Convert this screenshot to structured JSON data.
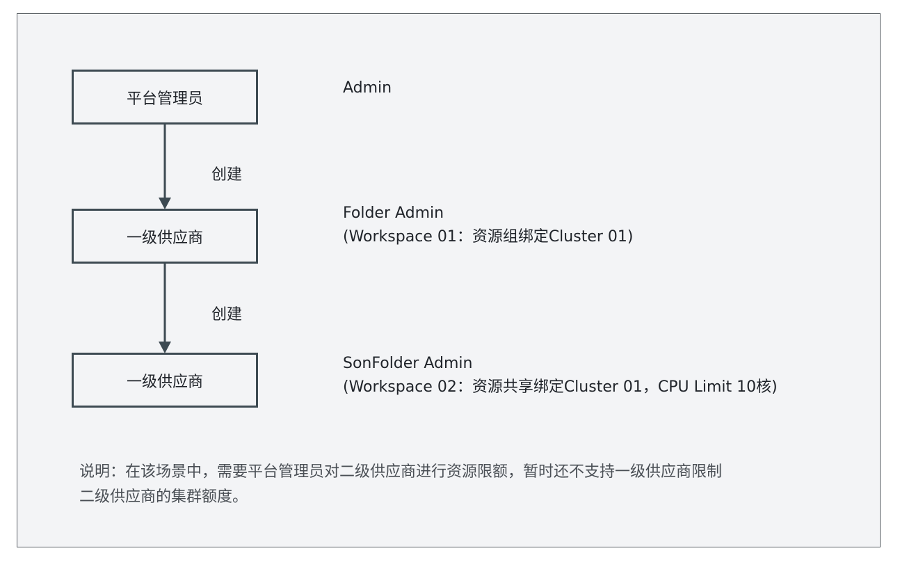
{
  "nodes": [
    {
      "label": "平台管理员"
    },
    {
      "label": "一级供应商"
    },
    {
      "label": "一级供应商"
    }
  ],
  "edges": [
    {
      "label": "创建"
    },
    {
      "label": "创建"
    }
  ],
  "notes": [
    {
      "line1": "Admin",
      "line2": ""
    },
    {
      "line1": "Folder Admin",
      "line2": "(Workspace 01：资源组绑定Cluster 01)"
    },
    {
      "line1": "SonFolder Admin",
      "line2": "(Workspace 02：资源共享绑定Cluster 01，CPU Limit 10核)"
    }
  ],
  "explanation": {
    "line1": "说明：在该场景中，需要平台管理员对二级供应商进行资源限额，暂时还不支持一级供应商限制",
    "line2": "二级供应商的集群额度。"
  },
  "colors": {
    "frame_background": "#f3f4f6",
    "box_border": "#3d4a52",
    "arrow": "#3d4a52"
  }
}
